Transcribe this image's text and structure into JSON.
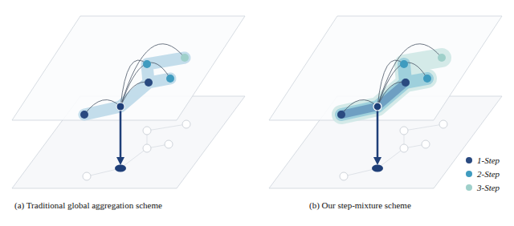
{
  "diagram": {
    "labels": [
      "(a) Traditional global aggregation scheme",
      "(b) Our step-mixture scheme"
    ],
    "legend": [
      {
        "text": "1-Step",
        "color": "#2a4a80"
      },
      {
        "text": "2-Step",
        "color": "#3f9bbf"
      },
      {
        "text": "3-Step",
        "color": "#9fd0ca"
      }
    ]
  }
}
